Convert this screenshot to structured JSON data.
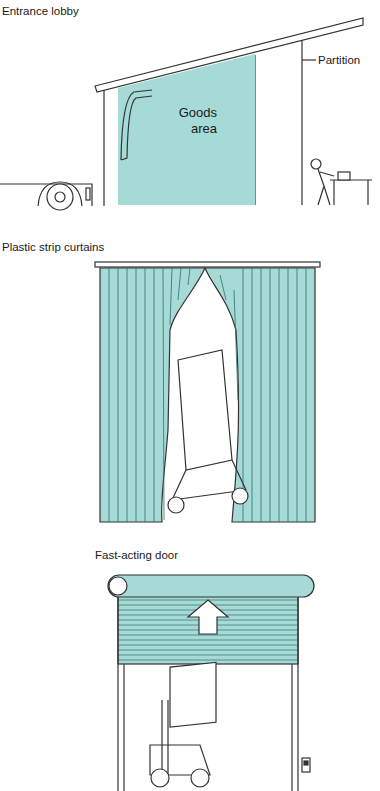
{
  "diagram": {
    "nodes": [
      {
        "text": [
          "Goods area"
        ]
      }
    ],
    "labels": [
      "Entrance lobby",
      "Partition",
      "Plastic strip curtains",
      "Fast-acting door"
    ]
  }
}
